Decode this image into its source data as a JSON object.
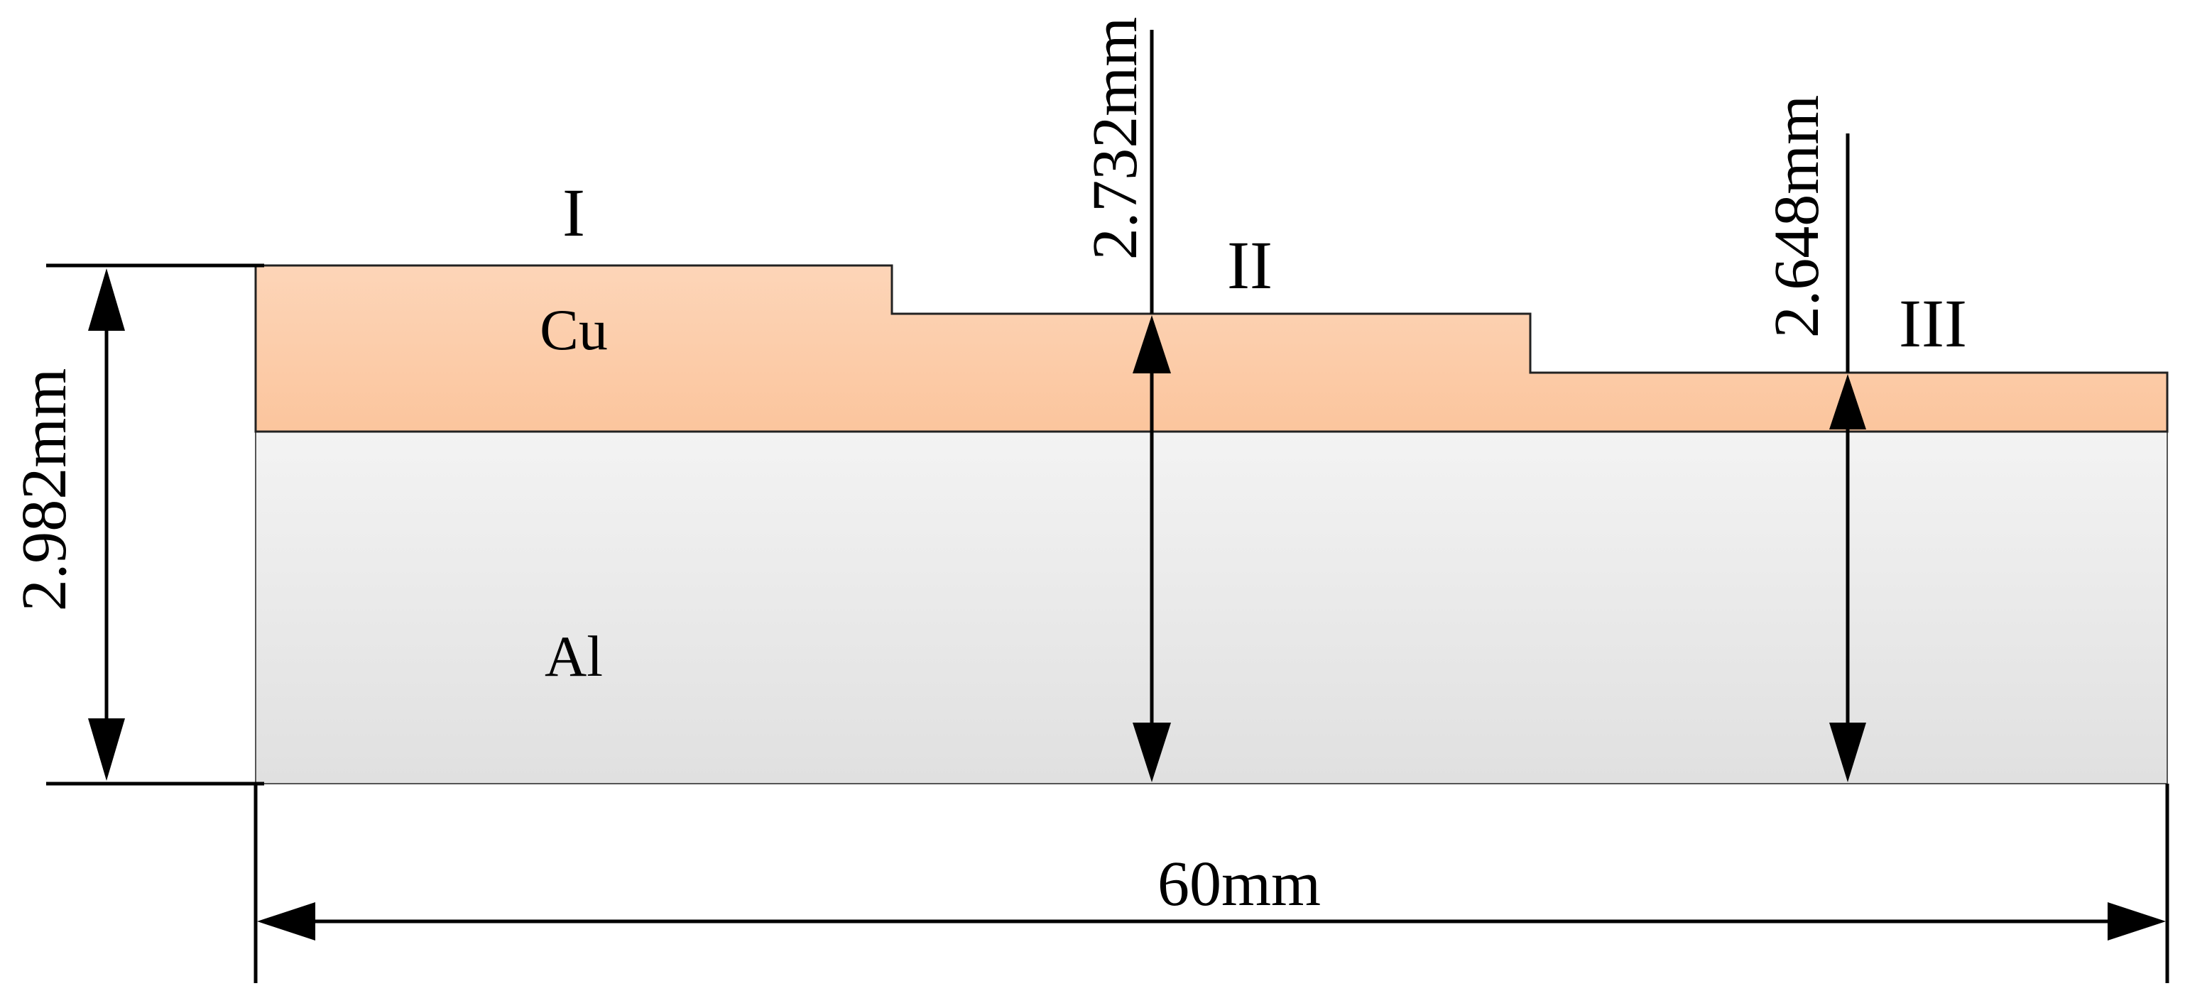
{
  "diagram": {
    "materials": {
      "copper": "Cu",
      "aluminum": "Al"
    },
    "regions": {
      "region_1": "I",
      "region_2": "II",
      "region_3": "III"
    },
    "dimensions": {
      "total_thickness": "2.982mm",
      "thickness_region_2": "2.732mm",
      "thickness_region_3": "2.648mm",
      "total_length": "60mm"
    },
    "colors": {
      "copper_top": "#fdd5b8",
      "copper_bottom": "#fbc59d",
      "aluminum_top": "#f3f3f3",
      "aluminum_bottom": "#e0e0e0",
      "line": "#000000"
    }
  }
}
